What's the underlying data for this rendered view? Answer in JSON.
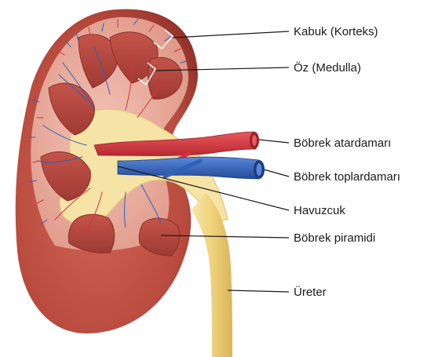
{
  "labels": {
    "cortex": "Kabuk (Korteks)",
    "medulla": "Öz (Medulla)",
    "renal_artery": "Böbrek atardamarı",
    "renal_vein": "Böbrek toplardamarı",
    "pelvis": "Havuzcuk",
    "pyramid": "Böbrek piramidi",
    "ureter": "Üreter"
  },
  "colors": {
    "outer_capsule": "#b84a3e",
    "cortex": "#e6a89a",
    "pyramid": "#b5473d",
    "pelvis": "#f6e3a6",
    "ureter": "#f3d985",
    "artery": "#d8323a",
    "vein": "#2f5fb8"
  }
}
